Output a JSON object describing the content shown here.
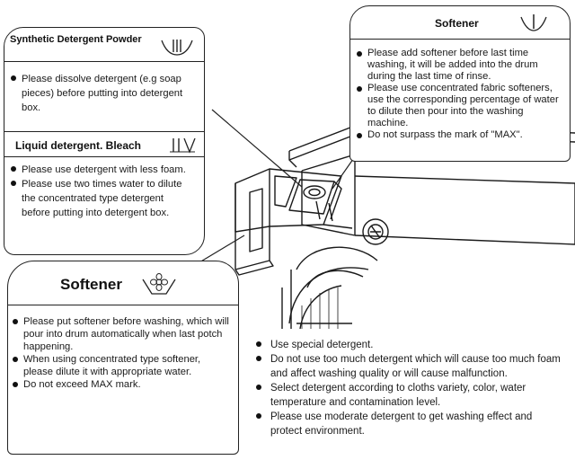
{
  "box_powder": {
    "title": "Synthetic Detergent Powder",
    "icon": "powder-compartment-icon",
    "items": [
      "Please dissolve detergent (e.g soap pieces) before putting into detergent box."
    ]
  },
  "box_liquid": {
    "title": "Liquid detergent. Bleach",
    "icon": "liquid-bleach-compartment-icon",
    "items": [
      "Please use detergent with less foam.",
      "Please use two times water to dilute the concentrated type detergent before putting into detergent box."
    ]
  },
  "box_softener_top": {
    "title": "Softener",
    "icon": "softener-compartment-icon",
    "items": [
      "Please add softener before last time washing, it will be added into the drum during the last time of rinse.",
      "Please use concentrated fabric softeners, use the corresponding percentage of water to dilute then pour into the washing machine.",
      "Do not surpass the mark of \"MAX\"."
    ]
  },
  "box_softener_bottom": {
    "title": "Softener",
    "icon": "flower-softener-icon",
    "items": [
      "Please put softener before washing, which will pour into drum automatically when last potch happening.",
      "When using concentrated type softener, please dilute it with appropriate water.",
      "Do not exceed MAX mark."
    ]
  },
  "general_notes": {
    "items": [
      "Use special detergent.",
      "Do not use too much detergent which will cause too much foam and affect washing quality or will cause malfunction.",
      "Select detergent according to cloths variety, color, water temperature and contamination level.",
      "Please use moderate detergent to get washing effect and protect environment."
    ]
  }
}
